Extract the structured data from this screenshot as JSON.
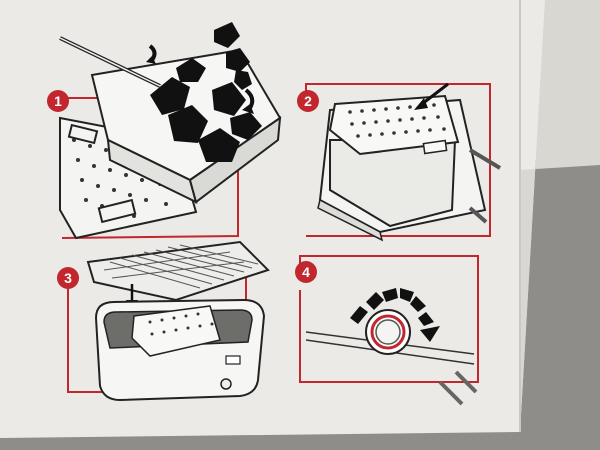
{
  "steps": [
    {
      "number": "1"
    },
    {
      "number": "2"
    },
    {
      "number": "3"
    },
    {
      "number": "4"
    }
  ],
  "colors": {
    "accent_red": "#c1272d",
    "box_white": "#e9e8e4",
    "floor": "#8d8c88",
    "wall": "#e6e5e0",
    "line_dark": "#222222"
  }
}
